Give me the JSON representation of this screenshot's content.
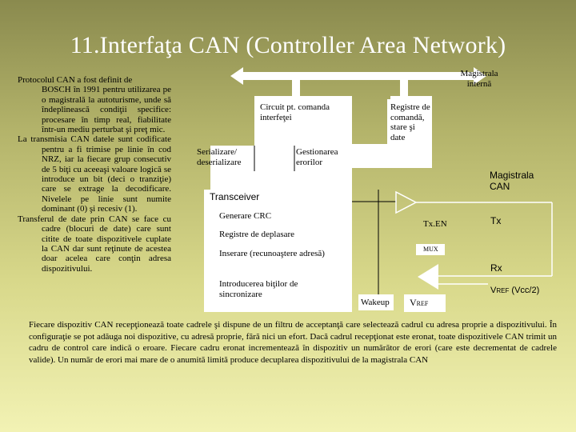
{
  "slide": {
    "title": "11.Interfaţa CAN (Controller Area Network)"
  },
  "left_text": {
    "p1_first": "Protocolul CAN a fost definit de",
    "p1_rest": "BOSCH în 1991 pentru utilizarea pe o magistrală la autoturisme, unde să îndeplinească condiţii specifice: procesare în timp real, fiabilitate într-un mediu perturbat şi preţ mic.",
    "p2": "La transmisia CAN datele sunt codificate pentru a fi trimise pe linie în cod NRZ, iar la fiecare grup consecutiv de 5 biţi cu aceeaşi valoare logică se introduce un bit (deci o tranziţie) care se extrage la decodificare. Nivelele pe linie sunt numite dominant (0) şi recesiv (1).",
    "p3": "Transferul de date prin CAN se face cu cadre (blocuri de date) care sunt citite de toate dispozitivele cuplate la CAN dar sunt reţinute de acestea doar acelea care conţin adresa dispozitivului."
  },
  "diagram": {
    "internal_bus": "Magistrala internă",
    "circuit_label": "Circuit pt. comanda interfeţei",
    "registers_label": "Registre de comandă, stare şi date",
    "serializer": "Serializare/ deserializare",
    "error_mgmt": "Gestionarea erorilor",
    "can_bus": "Magistrala CAN",
    "transceiver": "Transceiver",
    "crc": "Generare CRC",
    "shift_regs": "Registre de deplasare",
    "insert_addr": "Inserare (recunoaştere adresă)",
    "sync": "Introducerea biţilor de sincronizare",
    "txen": "Tx.EN",
    "tx": "Tx",
    "mux": "MUX",
    "rx": "Rx",
    "wakeup": "Wakeup",
    "vref": "V",
    "vref_sub": "REF",
    "vref_right": "V",
    "vref_right_sub": "REF",
    "vref_right_suffix": "(Vcc/2)"
  },
  "bottom_text": "Fiecare dispozitiv CAN recepţionează toate cadrele şi dispune de un filtru de acceptanţă care selectează cadrul cu adresa proprie a dispozitivului. În configuraţie se pot adăuga noi dispozitive, cu adresă proprie, fără nici un efort. Dacă cadrul recepţionat este eronat, toate dispozitivele CAN trimit un cadru de control care indică o eroare. Fiecare cadru eronat incrementează în dispozitiv un numărător de erori (care este decrementat de cadrele valide). Un număr de erori mai mare de o anumită limită produce decuplarea dispozitivului de la magistrala CAN"
}
